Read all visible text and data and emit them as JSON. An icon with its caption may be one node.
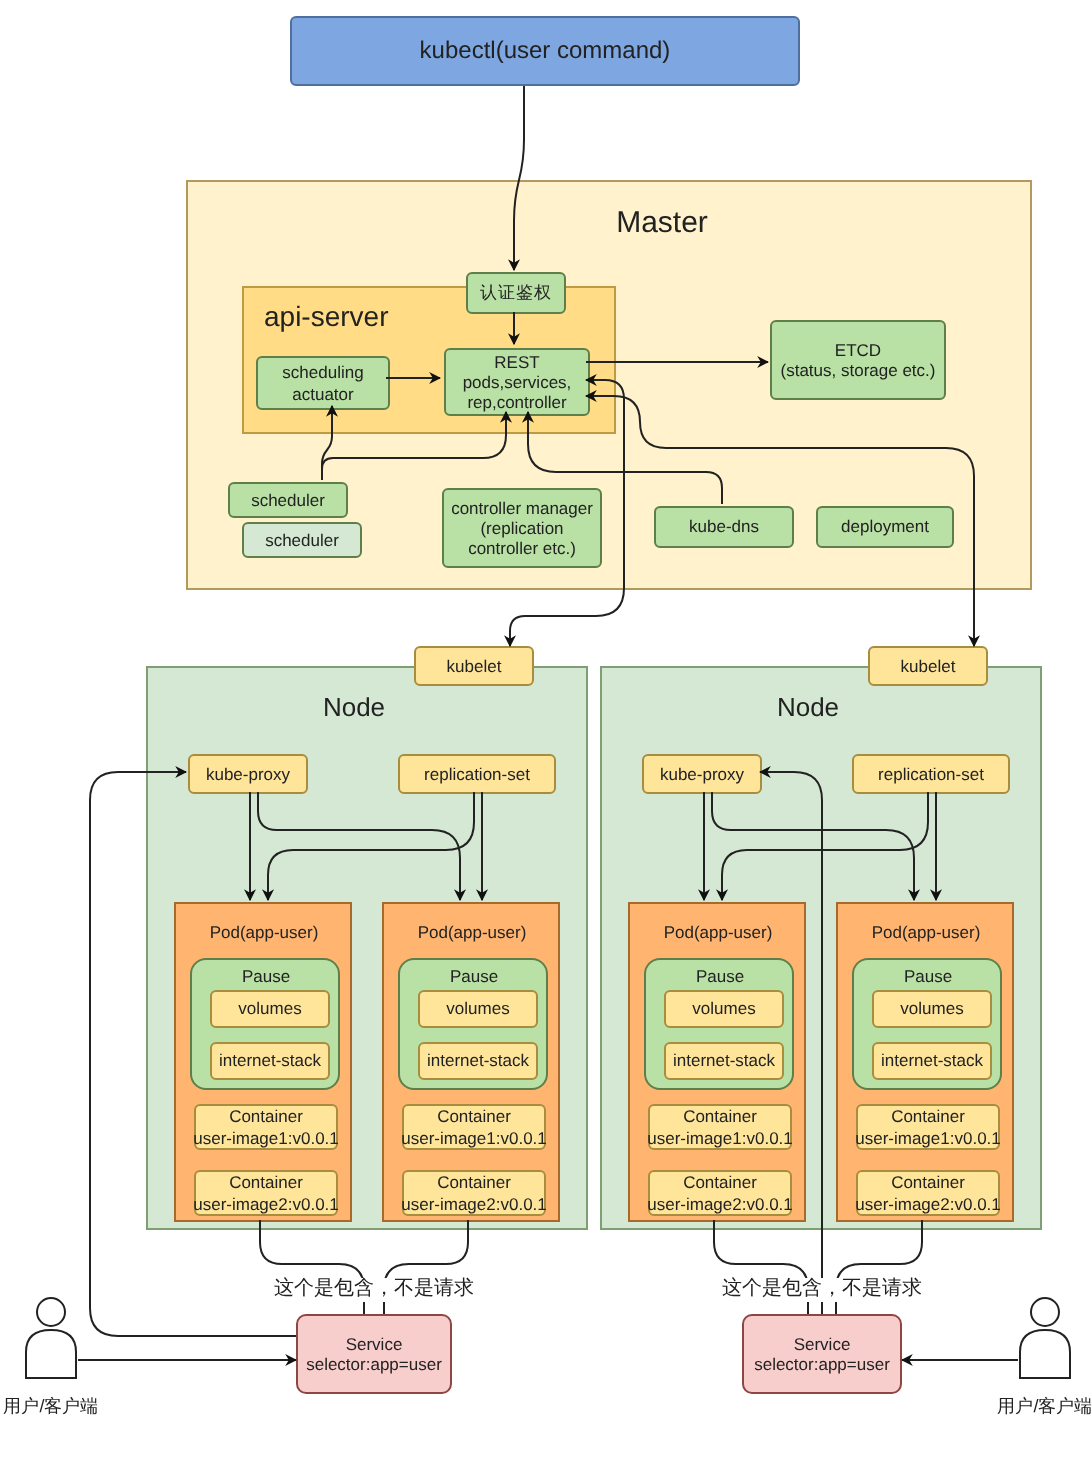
{
  "diagram": {
    "nodes": [
      {
        "text": [
          "kubectl(user command)"
        ]
      },
      {
        "text": [
          "Master"
        ]
      },
      {
        "text": [
          "认证鉴权"
        ],
        "in": 1
      },
      {
        "text": [
          "api-server"
        ],
        "in": 1
      },
      {
        "text": [
          "scheduling actuator"
        ],
        "in": 3
      },
      {
        "text": [
          "REST",
          "pods,services, rep,controller"
        ],
        "in": 3
      },
      {
        "text": [
          "ETCD",
          "(status, storage etc.)"
        ],
        "in": 1
      },
      {
        "text": [
          "scheduler"
        ],
        "in": 1
      },
      {
        "text": [
          "scheduler"
        ],
        "in": 1
      },
      {
        "text": [
          "controller manager (replication controller etc.)"
        ],
        "in": 1
      },
      {
        "text": [
          "kube-dns"
        ],
        "in": 1
      },
      {
        "text": [
          "deployment"
        ],
        "in": 1
      },
      {
        "text": [
          "kubelet"
        ]
      },
      {
        "text": [
          "Node"
        ]
      },
      {
        "text": [
          "kube-proxy"
        ],
        "in": 13
      },
      {
        "text": [
          "replication-set"
        ],
        "in": 13
      },
      {
        "text": [
          "Pod(app-user)"
        ],
        "in": 13
      },
      {
        "text": [
          "Pause"
        ],
        "in": 16
      },
      {
        "text": [
          "volumes"
        ],
        "in": 17
      },
      {
        "text": [
          "internet-stack"
        ],
        "in": 17
      },
      {
        "text": [
          "Container",
          "user-image1:v0.0.1"
        ],
        "in": 16
      },
      {
        "text": [
          "Container",
          "user-image2:v0.0.1"
        ],
        "in": 16
      },
      {
        "text": [
          "Pod(app-user)"
        ],
        "in": 13
      },
      {
        "text": [
          "Pause"
        ],
        "in": 22
      },
      {
        "text": [
          "volumes"
        ],
        "in": 23
      },
      {
        "text": [
          "internet-stack"
        ],
        "in": 23
      },
      {
        "text": [
          "Container",
          "user-image1:v0.0.1"
        ],
        "in": 22
      },
      {
        "text": [
          "Container",
          "user-image2:v0.0.1"
        ],
        "in": 22
      },
      {
        "text": [
          "kubelet"
        ]
      },
      {
        "text": [
          "Node"
        ]
      },
      {
        "text": [
          "kube-proxy"
        ],
        "in": 29
      },
      {
        "text": [
          "replication-set"
        ],
        "in": 29
      },
      {
        "text": [
          "Pod(app-user)"
        ],
        "in": 29
      },
      {
        "text": [
          "Pause"
        ],
        "in": 32
      },
      {
        "text": [
          "volumes"
        ],
        "in": 33
      },
      {
        "text": [
          "internet-stack"
        ],
        "in": 33
      },
      {
        "text": [
          "Container",
          "user-image1:v0.0.1"
        ],
        "in": 32
      },
      {
        "text": [
          "Container",
          "user-image2:v0.0.1"
        ],
        "in": 32
      },
      {
        "text": [
          "Pod(app-user)"
        ],
        "in": 29
      },
      {
        "text": [
          "Pause"
        ],
        "in": 38
      },
      {
        "text": [
          "volumes"
        ],
        "in": 39
      },
      {
        "text": [
          "internet-stack"
        ],
        "in": 39
      },
      {
        "text": [
          "Container",
          "user-image1:v0.0.1"
        ],
        "in": 38
      },
      {
        "text": [
          "Container",
          "user-image2:v0.0.1"
        ],
        "in": 38
      },
      {
        "text": [],
        "shape": "person",
        "beside": [
          "用户/客户端"
        ]
      },
      {
        "text": [
          "Service selector:app=user"
        ]
      },
      {
        "text": [
          "Service selector:app=user"
        ]
      },
      {
        "text": [],
        "shape": "person",
        "beside": [
          "用户/客户端"
        ]
      }
    ],
    "edges": [
      {
        "from": 0,
        "to": 2,
        "arrow": "to"
      },
      {
        "from": 2,
        "to": 5,
        "arrow": "to"
      },
      {
        "from": 4,
        "to": 5,
        "arrow": "to"
      },
      {
        "from": 5,
        "to": 6,
        "arrow": "to"
      },
      {
        "from": 7,
        "to": 4,
        "arrow": "to"
      },
      {
        "from": 7,
        "to": 5,
        "arrow": "to"
      },
      {
        "from": 10,
        "to": 5,
        "arrow": "to"
      },
      {
        "from": 12,
        "to": 5,
        "arrow": "both"
      },
      {
        "from": 28,
        "to": 5,
        "arrow": "both"
      },
      {
        "from": 14,
        "to": 16,
        "arrow": "to"
      },
      {
        "from": 14,
        "to": 22,
        "arrow": "to"
      },
      {
        "from": 15,
        "to": 16,
        "arrow": "to"
      },
      {
        "from": 15,
        "to": 22,
        "arrow": "to"
      },
      {
        "from": 30,
        "to": 32,
        "arrow": "to"
      },
      {
        "from": 30,
        "to": 38,
        "arrow": "to"
      },
      {
        "from": 31,
        "to": 32,
        "arrow": "to"
      },
      {
        "from": 31,
        "to": 38,
        "arrow": "to"
      },
      {
        "from": 16,
        "to": 45,
        "arrow": "none",
        "label": "这个是包含，不是请求"
      },
      {
        "from": 22,
        "to": 45,
        "arrow": "none"
      },
      {
        "from": 32,
        "to": 46,
        "arrow": "none",
        "label": "这个是包含，不是请求"
      },
      {
        "from": 38,
        "to": 46,
        "arrow": "none"
      },
      {
        "from": 44,
        "to": 45,
        "arrow": "to"
      },
      {
        "from": 47,
        "to": 46,
        "arrow": "to"
      },
      {
        "from": 45,
        "to": 14,
        "arrow": "to"
      },
      {
        "from": 46,
        "to": 30,
        "arrow": "to"
      }
    ]
  }
}
